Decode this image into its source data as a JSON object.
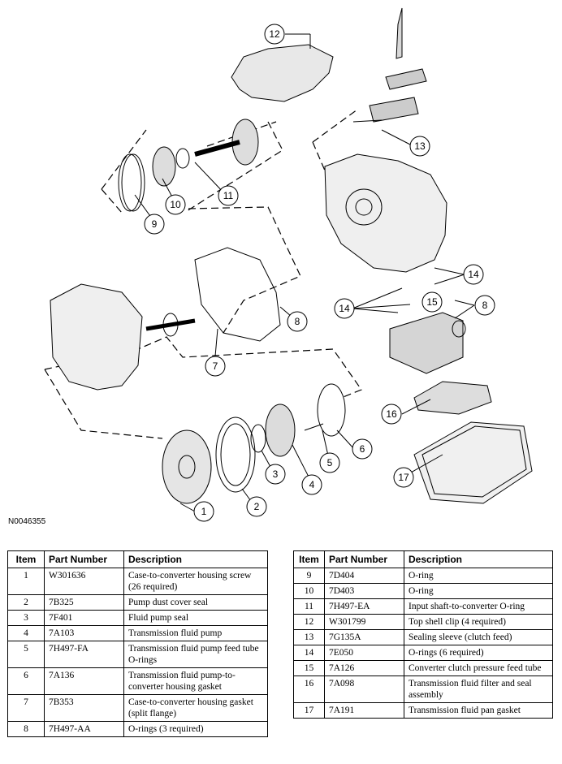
{
  "figure_id": "N0046355",
  "callouts": [
    "1",
    "2",
    "3",
    "4",
    "5",
    "6",
    "7",
    "8",
    "9",
    "10",
    "11",
    "12",
    "13",
    "14",
    "15",
    "16",
    "17"
  ],
  "table": {
    "headers": {
      "item": "Item",
      "part_number": "Part Number",
      "description": "Description"
    },
    "left_rows": [
      {
        "item": "1",
        "part": "W301636",
        "desc": "Case-to-converter housing screw (26 required)"
      },
      {
        "item": "2",
        "part": "7B325",
        "desc": "Pump dust cover seal"
      },
      {
        "item": "3",
        "part": "7F401",
        "desc": "Fluid pump seal"
      },
      {
        "item": "4",
        "part": "7A103",
        "desc": "Transmission fluid pump"
      },
      {
        "item": "5",
        "part": "7H497-FA",
        "desc": "Transmission fluid pump feed tube O-rings"
      },
      {
        "item": "6",
        "part": "7A136",
        "desc": "Transmission fluid pump-to-converter housing gasket"
      },
      {
        "item": "7",
        "part": "7B353",
        "desc": "Case-to-converter housing gasket (split flange)"
      },
      {
        "item": "8",
        "part": "7H497-AA",
        "desc": "O-rings (3 required)"
      }
    ],
    "right_rows": [
      {
        "item": "9",
        "part": "7D404",
        "desc": "O-ring"
      },
      {
        "item": "10",
        "part": "7D403",
        "desc": "O-ring"
      },
      {
        "item": "11",
        "part": "7H497-EA",
        "desc": "Input shaft-to-converter O-ring"
      },
      {
        "item": "12",
        "part": "W301799",
        "desc": "Top shell clip (4 required)"
      },
      {
        "item": "13",
        "part": "7G135A",
        "desc": "Sealing sleeve (clutch feed)"
      },
      {
        "item": "14",
        "part": "7E050",
        "desc": "O-rings (6 required)"
      },
      {
        "item": "15",
        "part": "7A126",
        "desc": "Converter clutch pressure feed tube"
      },
      {
        "item": "16",
        "part": "7A098",
        "desc": "Transmission fluid filter and seal assembly"
      },
      {
        "item": "17",
        "part": "7A191",
        "desc": "Transmission fluid pan gasket"
      }
    ]
  }
}
